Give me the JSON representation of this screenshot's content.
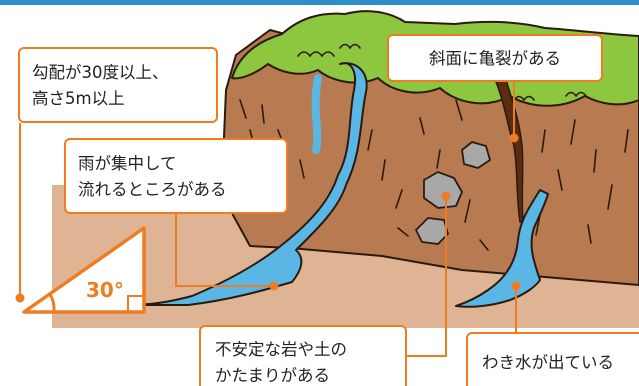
{
  "callouts": {
    "slope": {
      "line1": "勾配が30度以上、",
      "line2": "高さ5m以上"
    },
    "rain": {
      "line1": "雨が集中して",
      "line2": "流れるところがある"
    },
    "crack": {
      "text": "斜面に亀裂がある"
    },
    "rock": {
      "line1": "不安定な岩や土の",
      "line2": "かたまりがある"
    },
    "water": {
      "text": "わき水が出ている"
    }
  },
  "angle": {
    "label": "30°"
  },
  "colors": {
    "accent": "#ee7d22",
    "top_bar": "#2d8fc9",
    "grass": "#8dc63f",
    "earth": "#b87a50",
    "ground": "#dfb494",
    "water": "#5ab7e5",
    "rock": "#a8a8a8"
  }
}
